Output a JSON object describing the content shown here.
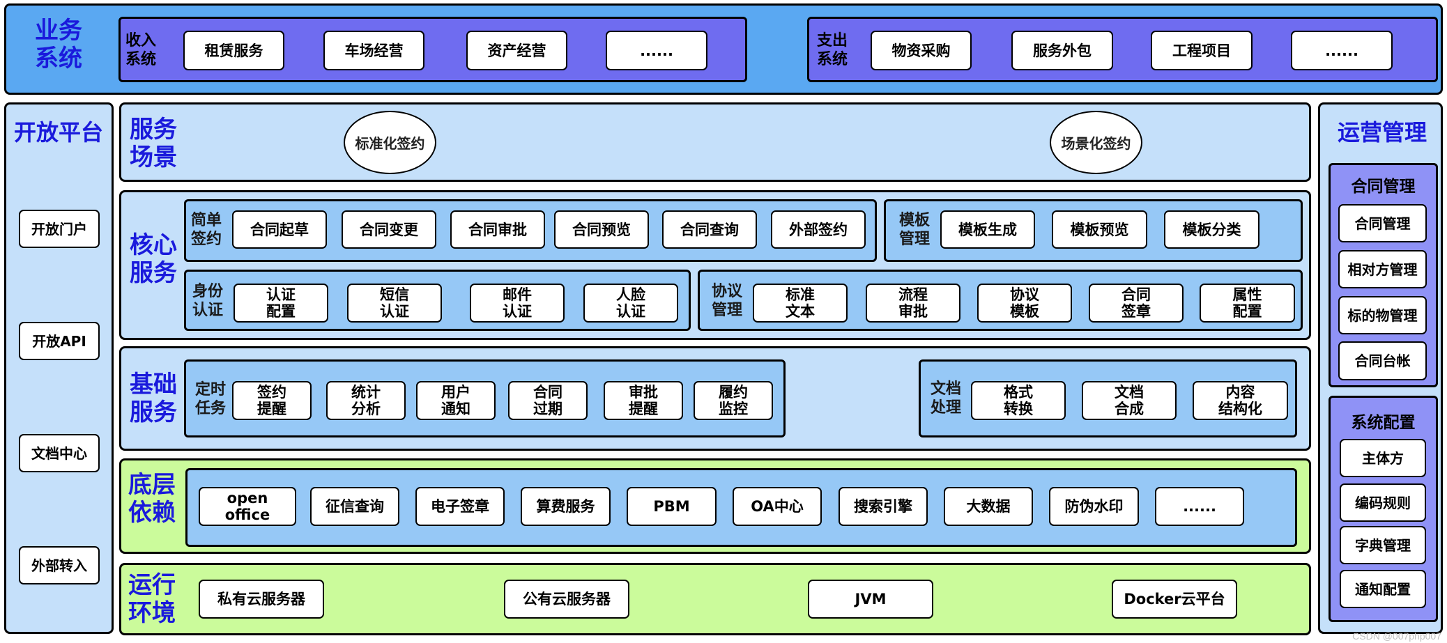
{
  "business": {
    "title": "业务\n系统",
    "income": {
      "label": "收入\n系统",
      "items": [
        "租赁服务",
        "车场经营",
        "资产经营",
        "......"
      ]
    },
    "expense": {
      "label": "支出\n系统",
      "items": [
        "物资采购",
        "服务外包",
        "工程项目",
        "......"
      ]
    }
  },
  "open_platform": {
    "title": "开放平台",
    "items": [
      "开放门户",
      "开放API",
      "文档中心",
      "外部转入"
    ]
  },
  "service_scene": {
    "title": "服务\n场景",
    "items": [
      "标准化签约",
      "场景化签约"
    ]
  },
  "core": {
    "title": "核心\n服务",
    "simple_sign": {
      "label": "简单\n签约",
      "items": [
        "合同起草",
        "合同变更",
        "合同审批",
        "合同预览",
        "合同查询",
        "外部签约"
      ]
    },
    "template": {
      "label": "模板\n管理",
      "items": [
        "模板生成",
        "模板预览",
        "模板分类"
      ]
    },
    "identity": {
      "label": "身份\n认证",
      "items": [
        "认证\n配置",
        "短信\n认证",
        "邮件\n认证",
        "人脸\n认证"
      ]
    },
    "agreement": {
      "label": "协议\n管理",
      "items": [
        "标准\n文本",
        "流程\n审批",
        "协议\n模板",
        "合同\n签章",
        "属性\n配置"
      ]
    }
  },
  "basic": {
    "title": "基础\n服务",
    "scheduled": {
      "label": "定时\n任务",
      "items": [
        "签约\n提醒",
        "统计\n分析",
        "用户\n通知",
        "合同\n过期",
        "审批\n提醒",
        "履约\n监控"
      ]
    },
    "document": {
      "label": "文档\n处理",
      "items": [
        "格式\n转换",
        "文档\n合成",
        "内容\n结构化"
      ]
    }
  },
  "dependency": {
    "title": "底层\n依赖",
    "items": [
      "open\noffice",
      "征信查询",
      "电子签章",
      "算费服务",
      "PBM",
      "OA中心",
      "搜索引擎",
      "大数据",
      "防伪水印",
      "......"
    ]
  },
  "runtime": {
    "title": "运行\n环境",
    "items": [
      "私有云服务器",
      "公有云服务器",
      "JVM",
      "Docker云平台"
    ]
  },
  "operations": {
    "title": "运营管理",
    "contract": {
      "title": "合同管理",
      "items": [
        "合同管理",
        "相对方管理",
        "标的物管理",
        "合同台帐"
      ]
    },
    "config": {
      "title": "系统配置",
      "items": [
        "主体方",
        "编码规则",
        "字典管理",
        "通知配置"
      ]
    }
  },
  "watermark": "CSDN @007php007",
  "colors": {
    "business_bg": "#5aa8f2",
    "subsystem_bg": "#6f6cf0",
    "layer_light": "#c5e0fa",
    "group_mid": "#96c8f6",
    "green_layer": "#cbfb9b",
    "ops_group": "#8f92f6",
    "title_blue": "#1a1adc"
  }
}
